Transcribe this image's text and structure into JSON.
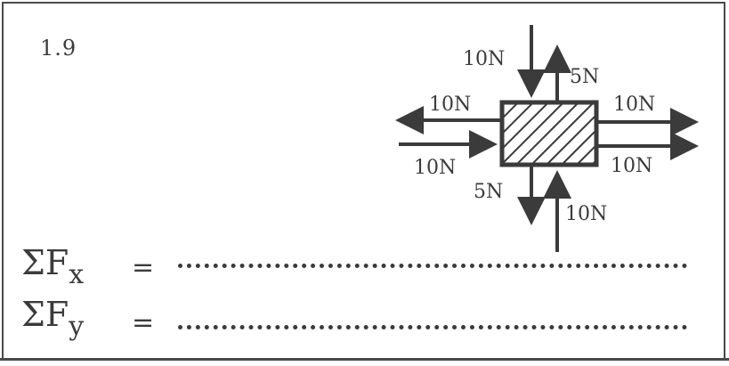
{
  "problem_number": "1.9",
  "forces": {
    "down_top": "10N",
    "up_top": "5N",
    "left_upper": "10N",
    "right_upper": "10N",
    "left_lower_in": "10N",
    "right_lower": "10N",
    "down_bottom": "5N",
    "up_bottom": "10N"
  },
  "equations": [
    {
      "symbol": "ΣF",
      "subscript": "x",
      "equals": "=",
      "blank": "........................................"
    },
    {
      "symbol": "ΣF",
      "subscript": "y",
      "equals": "=",
      "blank": "........................................"
    }
  ],
  "colors": {
    "ink": "#3b3b3b",
    "frame": "#4a4a4a"
  }
}
